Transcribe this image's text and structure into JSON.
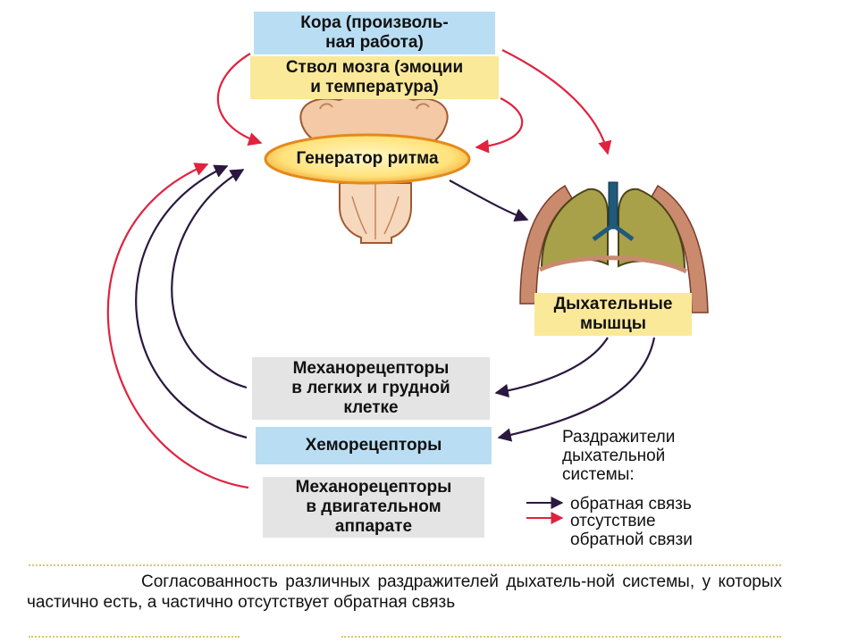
{
  "nodes": {
    "cortex": "Кора (произволь-\nная работа)",
    "brainstem": "Ствол мозга (эмоции\nи температура)",
    "rhythm_generator": "Генератор ритма",
    "respiratory_muscles": "Дыхательные\nмышцы",
    "lung_mechanoreceptors": "Механорецепторы\nв легких и грудной\nклетке",
    "chemoreceptors": "Хеморецепторы",
    "motor_mechanoreceptors": "Механорецепторы\nв двигательном\nаппарате"
  },
  "legend": {
    "title": "Раздражители\nдыхательной\nсистемы:",
    "feedback": "обратная связь",
    "no_feedback": "отсутствие\nобратной связи",
    "feedback_color": "#2a1840",
    "no_feedback_color": "#e0233f"
  },
  "caption": "Согласованность различных раздражителей дыхатель-ной системы, у которых частично есть, а частично отсутствует обратная связь"
}
